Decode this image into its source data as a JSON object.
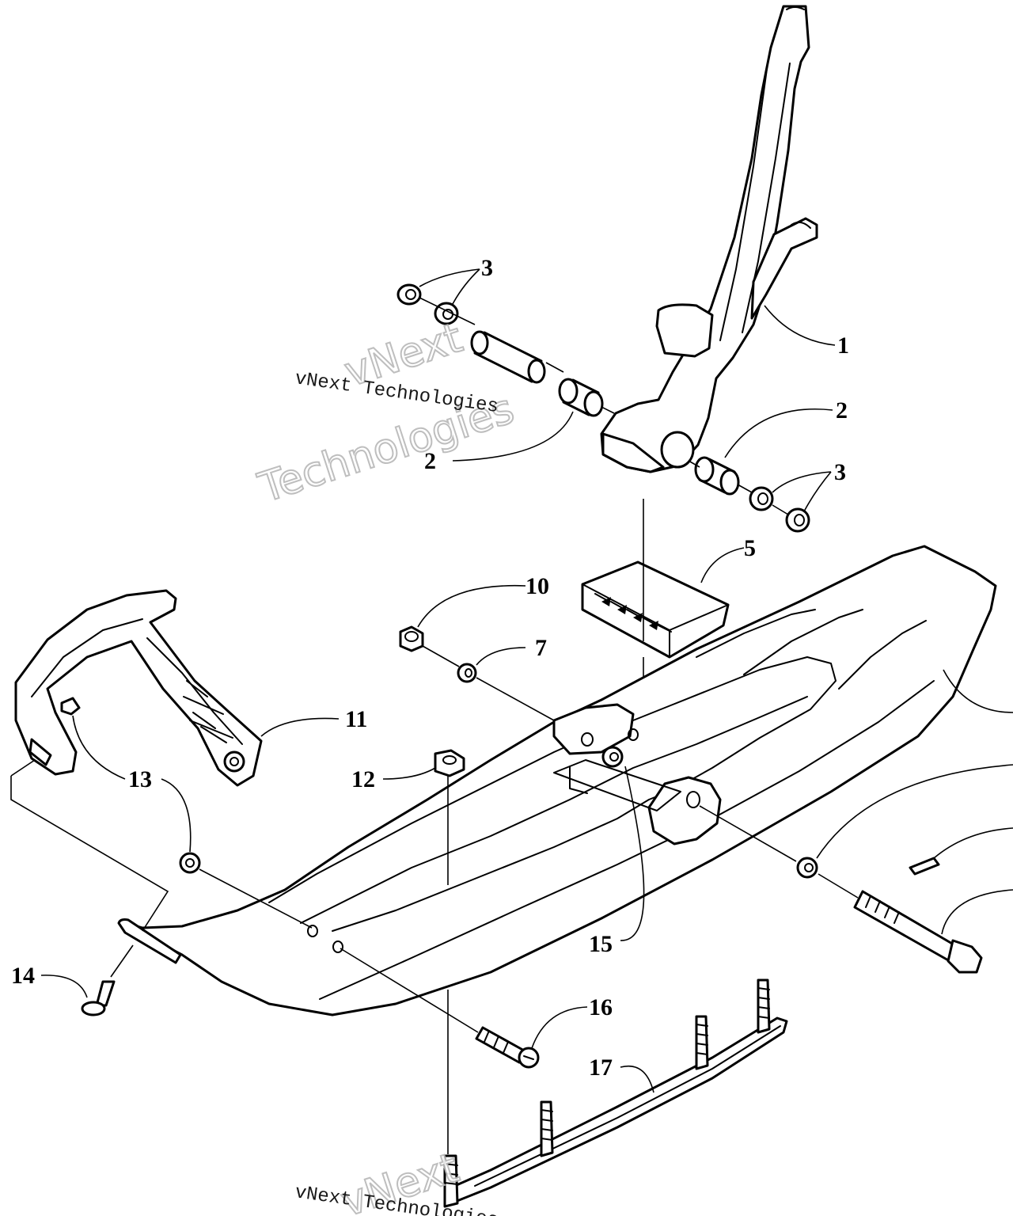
{
  "callouts": {
    "c1": "1",
    "c2a": "2",
    "c2b": "2",
    "c3a": "3",
    "c3b": "3",
    "c5": "5",
    "c7": "7",
    "c10": "10",
    "c11": "11",
    "c12": "12",
    "c13": "13",
    "c14": "14",
    "c15": "15",
    "c16": "16",
    "c17": "17"
  },
  "watermark": {
    "line": "vNext Technologies",
    "word1": "vNext",
    "word2": "Technologies"
  }
}
